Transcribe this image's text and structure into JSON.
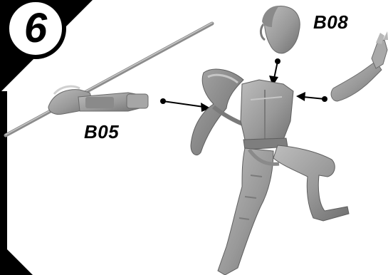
{
  "step": {
    "number": "6"
  },
  "parts": {
    "head_label": "B08",
    "arm_label": "B05"
  },
  "colors": {
    "ink": "#000000",
    "model_grey": "#9a9a9a",
    "model_shadow": "#6e6e6e",
    "model_highlight": "#c4c4c4"
  }
}
